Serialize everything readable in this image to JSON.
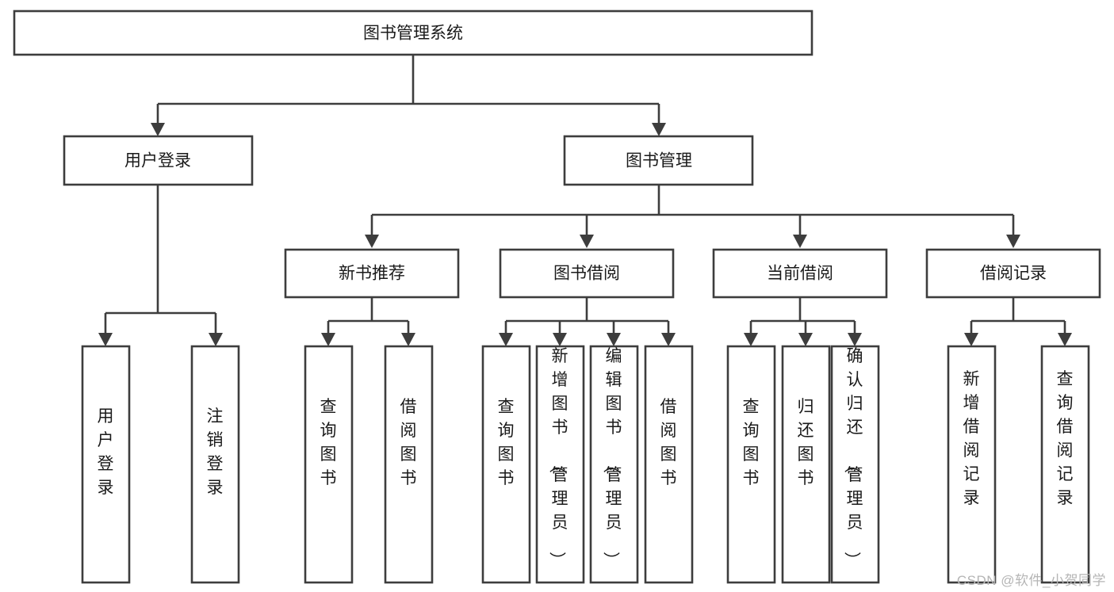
{
  "diagram": {
    "title": "图书管理系统",
    "watermark": "CSDN @软件_小贺同学",
    "colors": {
      "box_stroke": "#3d3d3d",
      "box_fill": "#ffffff",
      "text": "#1a1a1a",
      "background": "#ffffff",
      "watermark": "#b5b5b5"
    },
    "nodes": {
      "root": "图书管理系统",
      "user_login": "用户登录",
      "book_manage": "图书管理",
      "new_book_rec": "新书推荐",
      "book_borrow": "图书借阅",
      "current_borrow": "当前借阅",
      "borrow_record": "借阅记录",
      "login_do": "用户登录",
      "logout_do": "注销登录",
      "rec_query_book": "查询图书",
      "rec_borrow_book": "借阅图书",
      "borrow_query_book": "查询图书",
      "borrow_add_book": "新增图书（管理员）",
      "borrow_edit_book": "编辑图书（管理员）",
      "borrow_borrow_book": "借阅图书",
      "cur_query_book": "查询图书",
      "cur_return_book": "归还图书",
      "cur_confirm_return": "确认归还（管理员）",
      "rec_add_record": "新增借阅记录",
      "rec_query_record": "查询借阅记录"
    }
  },
  "chart_data": {
    "type": "tree-diagram",
    "title": "图书管理系统",
    "levels": 4,
    "tree": {
      "label": "图书管理系统",
      "children": [
        {
          "label": "用户登录",
          "children": [
            {
              "label": "用户登录",
              "children": []
            },
            {
              "label": "注销登录",
              "children": []
            }
          ]
        },
        {
          "label": "图书管理",
          "children": [
            {
              "label": "新书推荐",
              "children": [
                {
                  "label": "查询图书",
                  "children": []
                },
                {
                  "label": "借阅图书",
                  "children": []
                }
              ]
            },
            {
              "label": "图书借阅",
              "children": [
                {
                  "label": "查询图书",
                  "children": []
                },
                {
                  "label": "新增图书（管理员）",
                  "children": []
                },
                {
                  "label": "编辑图书（管理员）",
                  "children": []
                },
                {
                  "label": "借阅图书",
                  "children": []
                }
              ]
            },
            {
              "label": "当前借阅",
              "children": [
                {
                  "label": "查询图书",
                  "children": []
                },
                {
                  "label": "归还图书",
                  "children": []
                },
                {
                  "label": "确认归还（管理员）",
                  "children": []
                }
              ]
            },
            {
              "label": "借阅记录",
              "children": [
                {
                  "label": "新增借阅记录",
                  "children": []
                },
                {
                  "label": "查询借阅记录",
                  "children": []
                }
              ]
            }
          ]
        }
      ]
    }
  }
}
